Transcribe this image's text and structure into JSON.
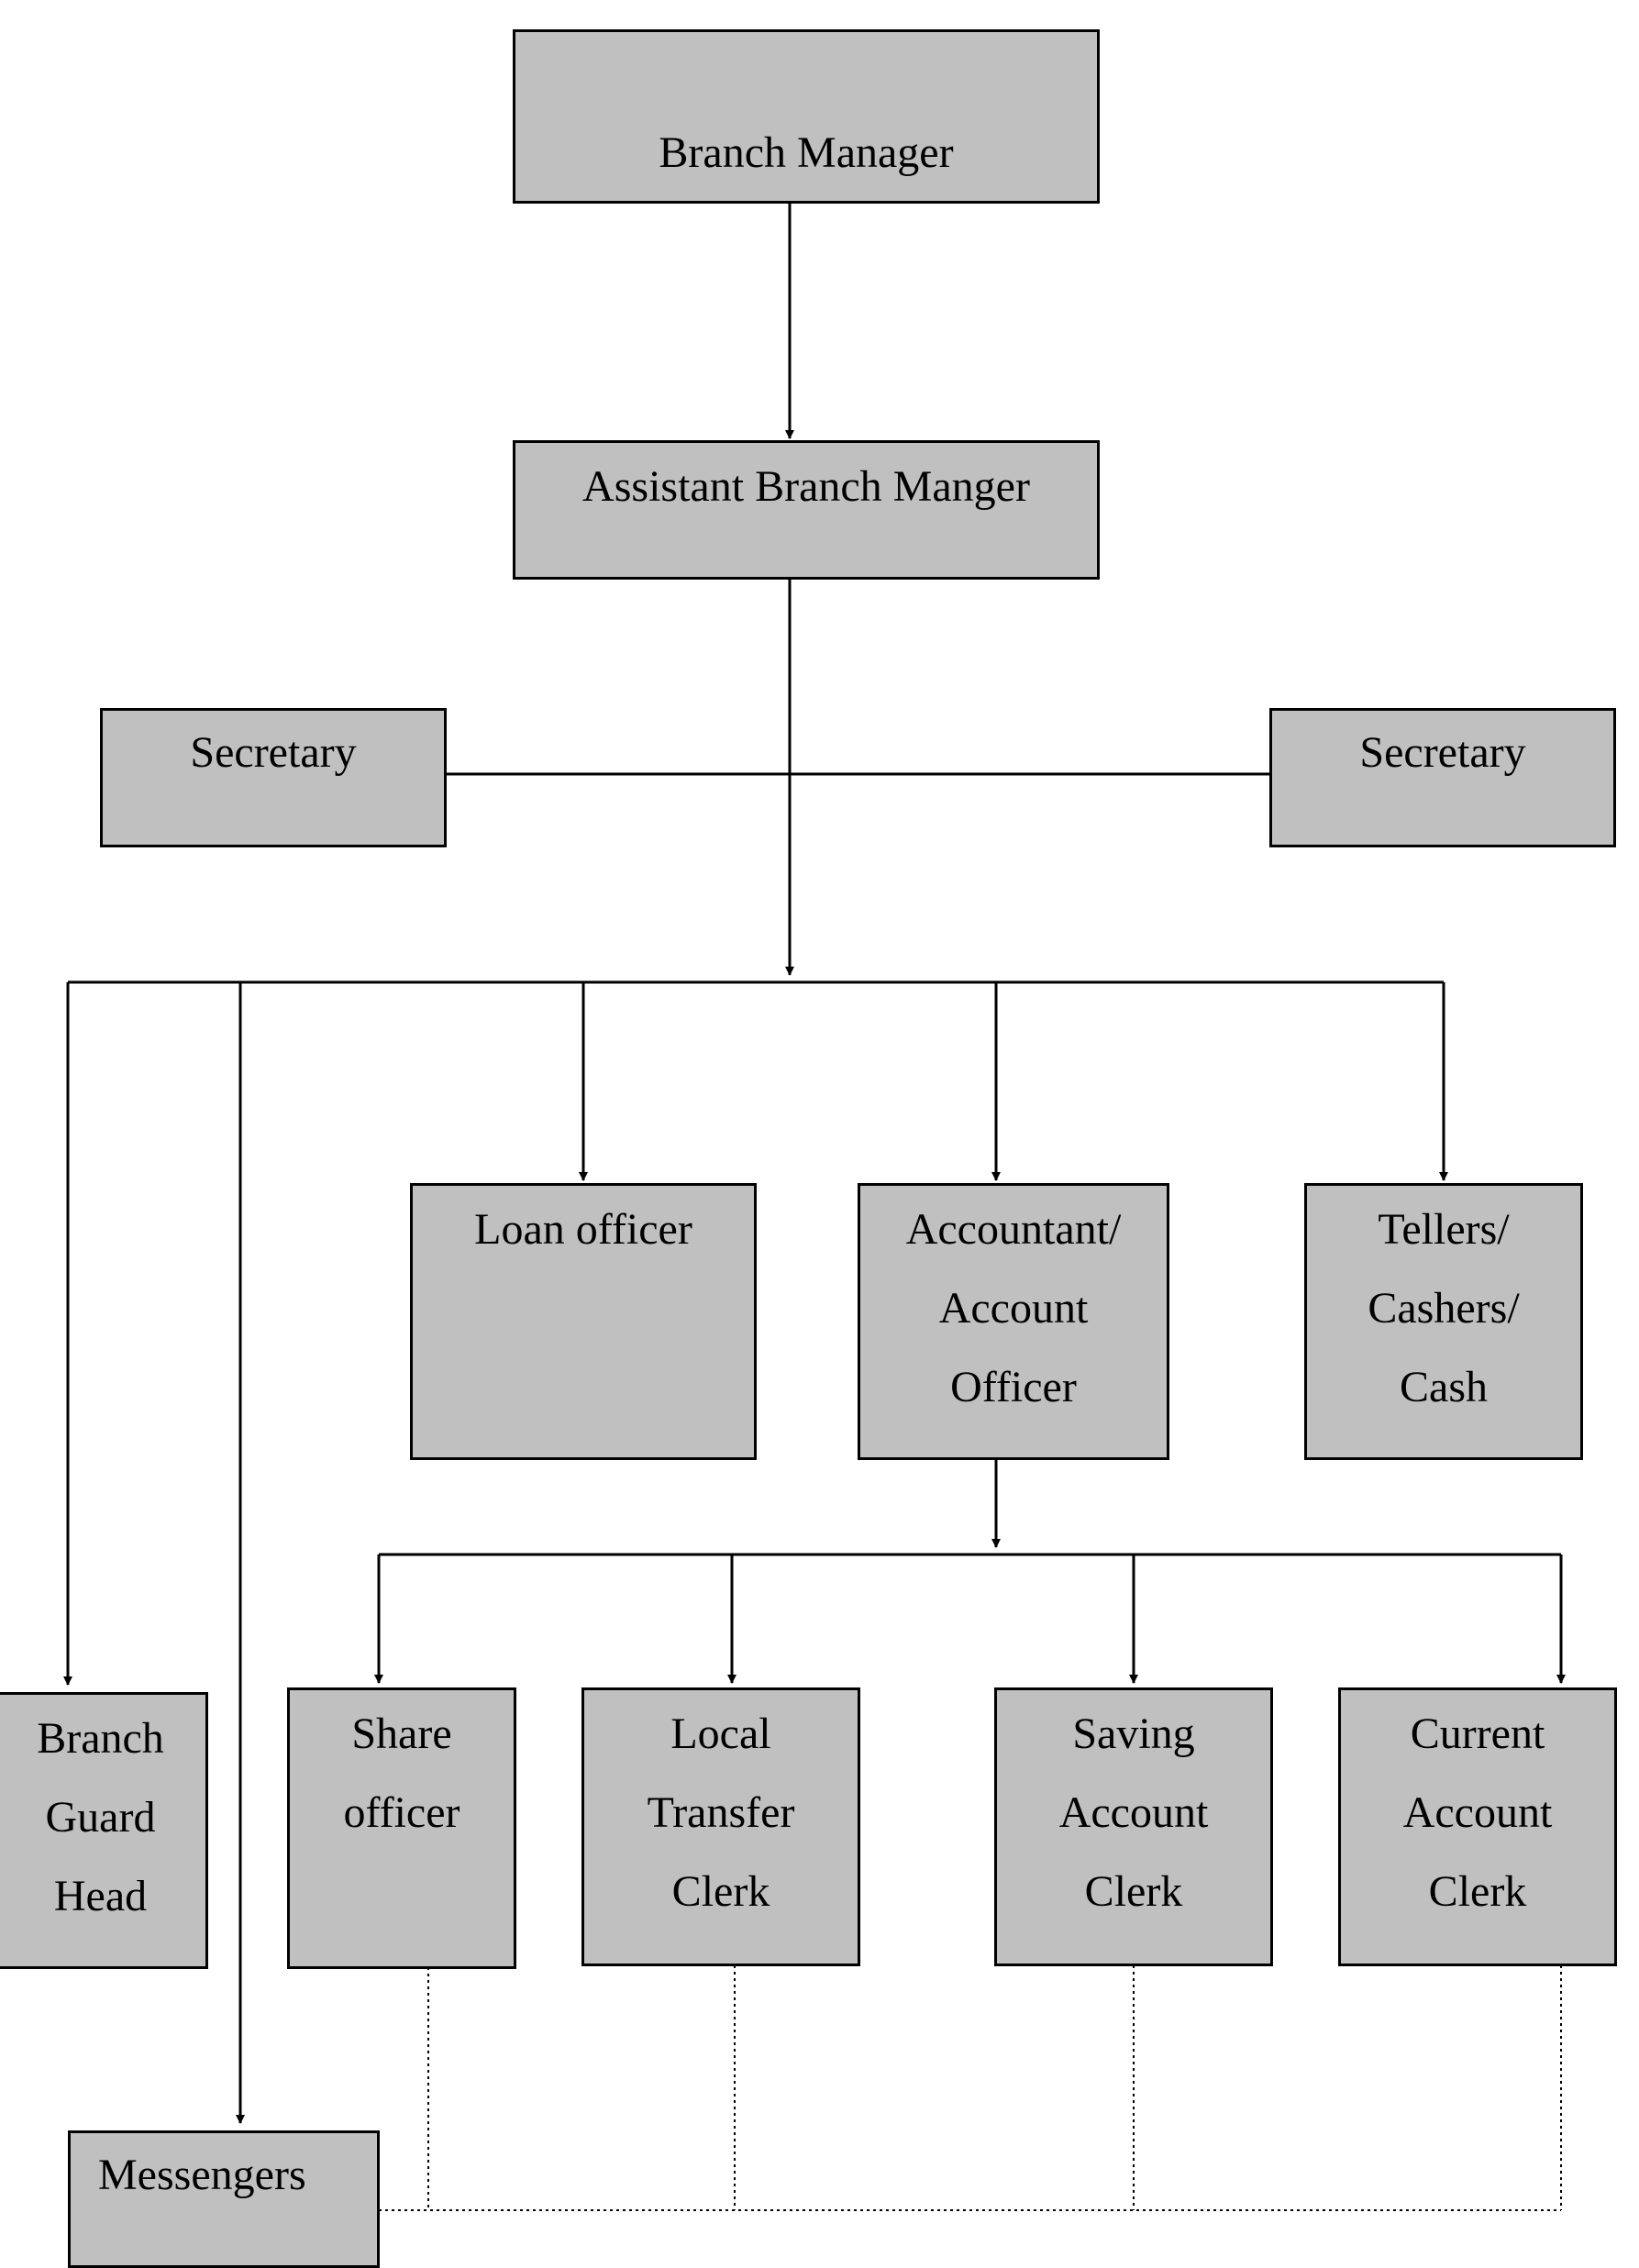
{
  "colors": {
    "box_fill": "#c0c0c0",
    "line": "#000000"
  },
  "nodes": {
    "branch_manager": "Branch Manager",
    "assistant_branch_manager": "Assistant Branch Manger",
    "secretary_left": "Secretary",
    "secretary_right": "Secretary",
    "loan_officer": "Loan officer",
    "accountant": "Accountant/\nAccount\nOfficer",
    "tellers": "Tellers/\nCashers/\nCash",
    "branch_guard_head": "Branch\nGuard\nHead",
    "share_officer": "Share\nofficer",
    "local_transfer_clerk": "Local\nTransfer\nClerk",
    "saving_account_clerk": "Saving\nAccount\nClerk",
    "current_account_clerk": "Current\nAccount\nClerk",
    "messengers": "Messengers"
  }
}
